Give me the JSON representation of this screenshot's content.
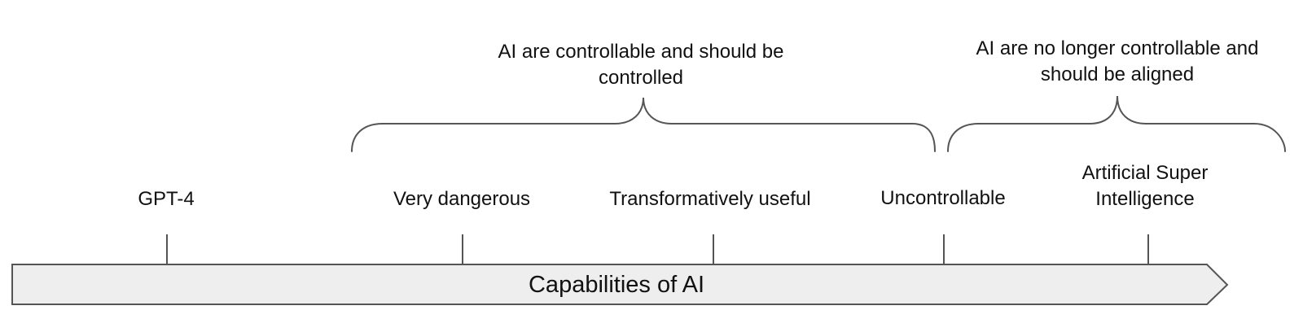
{
  "arrow": {
    "label": "Capabilities of AI",
    "fill": "#eeeeee",
    "stroke": "#555555"
  },
  "ticks": [
    {
      "label": "GPT-4"
    },
    {
      "label": "Very dangerous"
    },
    {
      "label": "Transformatively useful"
    },
    {
      "label": "Uncontrollable"
    },
    {
      "label": "Artificial Super Intelligence"
    }
  ],
  "braces": [
    {
      "label": "AI are controllable and should be controlled"
    },
    {
      "label": "AI are no longer controllable and should be aligned"
    }
  ]
}
